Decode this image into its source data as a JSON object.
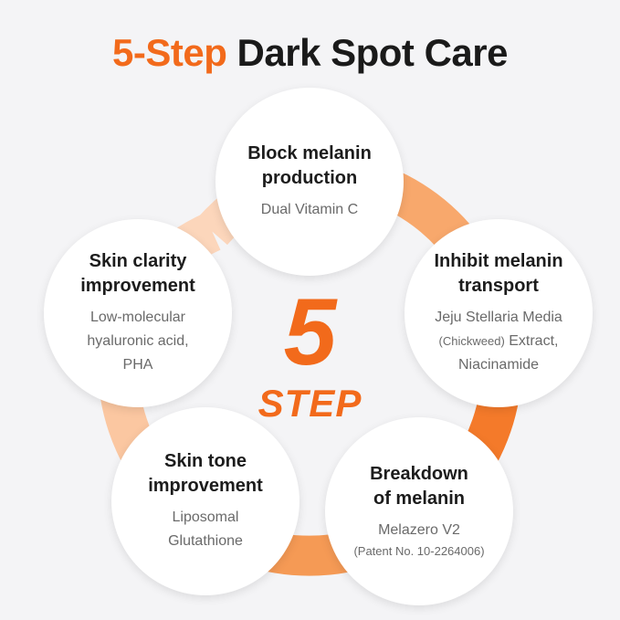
{
  "title": {
    "accent": "5-Step",
    "rest": "Dark Spot Care"
  },
  "center": {
    "number": "5",
    "label": "STEP"
  },
  "colors": {
    "accent": "#f26a1b",
    "ring_light": "#fcd2b4",
    "ring_mid": "#f8a468",
    "ring_dark": "#f47a2a"
  },
  "steps": [
    {
      "title_line1": "Block melanin",
      "title_line2": "production",
      "desc_line1": "Dual Vitamin C"
    },
    {
      "title_line1": "Inhibit melanin",
      "title_line2": "transport",
      "desc_line1": "Jeju Stellaria Media",
      "desc_small": "(Chickweed)",
      "desc_line2": " Extract,",
      "desc_line3": "Niacinamide"
    },
    {
      "title_line1": "Breakdown",
      "title_line2": "of melanin",
      "desc_line1": "Melazero V2",
      "note": "(Patent No. 10-2264006)"
    },
    {
      "title_line1": "Skin tone",
      "title_line2": "improvement",
      "desc_line1": "Liposomal",
      "desc_line2": "Glutathione"
    },
    {
      "title_line1": "Skin clarity",
      "title_line2": "improvement",
      "desc_line1": "Low-molecular",
      "desc_line2": "hyaluronic acid,",
      "desc_line3": "PHA"
    }
  ]
}
